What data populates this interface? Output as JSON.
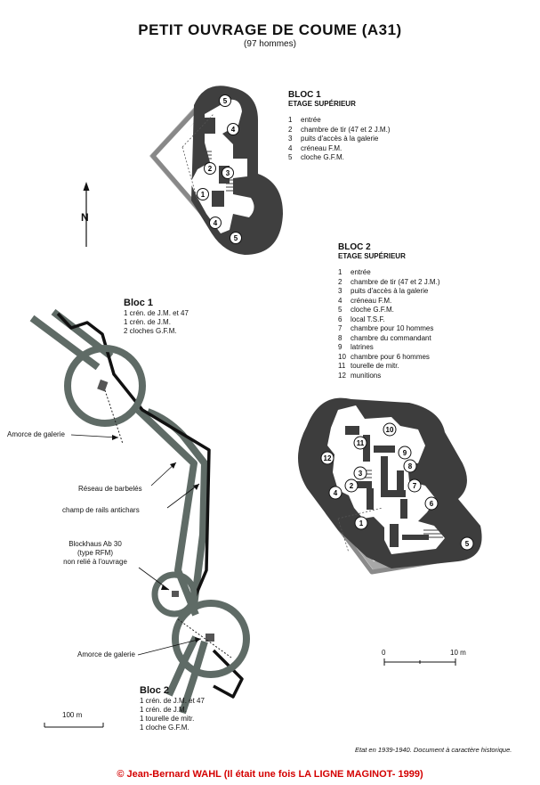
{
  "title": "PETIT OUVRAGE DE COUME (A31)",
  "subtitle": "(97 hommes)",
  "north": "N",
  "bloc1": {
    "header": "BLOC 1",
    "subheader": "ETAGE SUPÉRIEUR",
    "legend": [
      {
        "n": "1",
        "t": "entrée"
      },
      {
        "n": "2",
        "t": "chambre de tir (47 et 2 J.M.)"
      },
      {
        "n": "3",
        "t": "puits d'accès à la galerie"
      },
      {
        "n": "4",
        "t": "créneau F.M."
      },
      {
        "n": "5",
        "t": "cloche G.F.M."
      }
    ],
    "badges": [
      "5",
      "4",
      "2",
      "3",
      "1",
      "4",
      "5"
    ]
  },
  "bloc2": {
    "header": "BLOC 2",
    "subheader": "ETAGE SUPÉRIEUR",
    "legend": [
      {
        "n": "1",
        "t": "entrée"
      },
      {
        "n": "2",
        "t": "chambre de tir (47 et 2 J.M.)"
      },
      {
        "n": "3",
        "t": "puits d'accès à la galerie"
      },
      {
        "n": "4",
        "t": "créneau F.M."
      },
      {
        "n": "5",
        "t": "cloche G.F.M."
      },
      {
        "n": "6",
        "t": "local T.S.F."
      },
      {
        "n": "7",
        "t": "chambre pour 10 hommes"
      },
      {
        "n": "8",
        "t": "chambre du commandant"
      },
      {
        "n": "9",
        "t": "latrines"
      },
      {
        "n": "10",
        "t": "chambre pour 6 hommes"
      },
      {
        "n": "11",
        "t": "tourelle de mitr."
      },
      {
        "n": "12",
        "t": "munitions"
      }
    ],
    "badges": [
      "10",
      "11",
      "12",
      "9",
      "8",
      "3",
      "7",
      "2",
      "4",
      "6",
      "1",
      "5"
    ],
    "scale": {
      "start": "0",
      "end": "10 m"
    }
  },
  "site": {
    "bloc1_title": "Bloc 1",
    "bloc1_lines": [
      "1 crén. de J.M. et 47",
      "1 crén. de J.M.",
      "2 cloches G.F.M."
    ],
    "bloc2_title": "Bloc 2",
    "bloc2_lines": [
      "1 crén. de J.M. et 47",
      "1 crén. de J.M.",
      "1 tourelle de mitr.",
      "1 cloche G.F.M."
    ],
    "amorce1": "Amorce de galerie",
    "reseau": "Réseau de barbelés",
    "rails": "champ de rails antichars",
    "blockhaus": [
      "Blockhaus Ab 30",
      "(type RFM)",
      "non relié à l'ouvrage"
    ],
    "amorce2": "Amorce de galerie",
    "scale": "100 m"
  },
  "footnote": "Etat en 1939-1940. Document à caractère historique.",
  "copyright": "© Jean-Bernard WAHL (Il était une fois LA LIGNE MAGINOT- 1999)",
  "colors": {
    "concrete": "#3d3d3d",
    "border": "#9a9a9a",
    "fill": "#ffffff",
    "ink": "#111111",
    "copyright": "#d40000"
  }
}
